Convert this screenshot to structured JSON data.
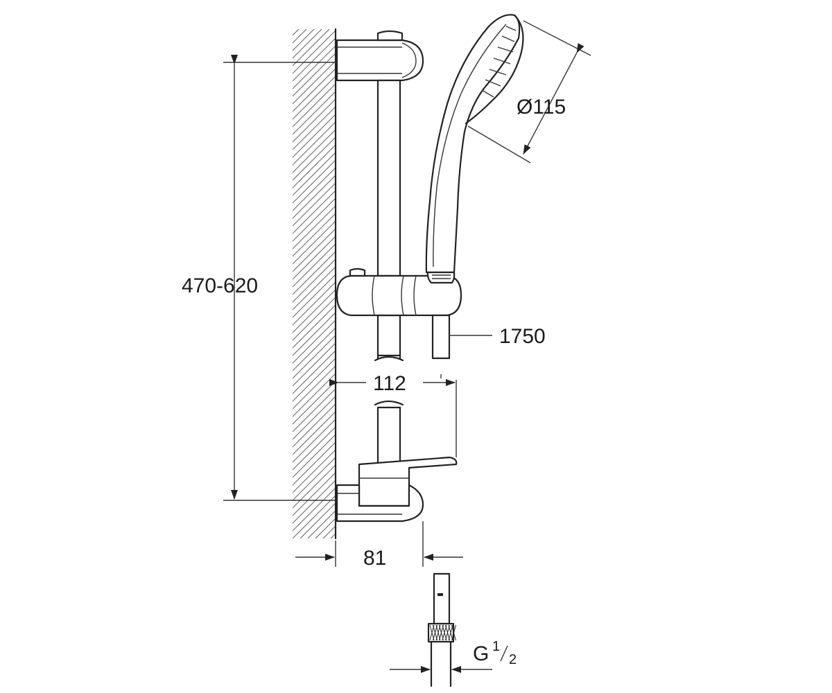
{
  "dimensions": {
    "height_range": "470-620",
    "head_diameter": "Ø115",
    "hose_length": "1750",
    "offset_width": "112",
    "wall_distance": "81",
    "thread_prefix": "G",
    "thread_num": "1",
    "thread_den": "2"
  }
}
